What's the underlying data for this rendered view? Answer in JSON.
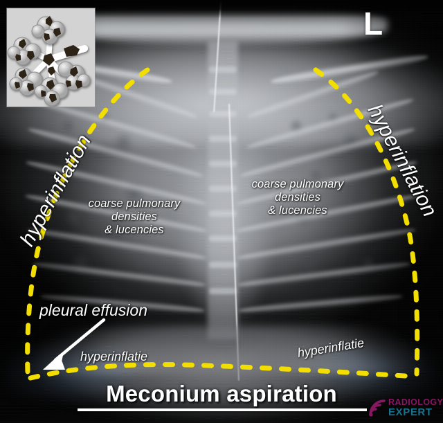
{
  "image": {
    "modality": "chest radiograph",
    "laterality_marker": "L",
    "title": "Meconium aspiration"
  },
  "inset": {
    "name": "alveoli-bronchiole-diagram",
    "description": "bronchiole and alveolar cluster with meconium plugging"
  },
  "annotations": {
    "hyperinflation_left": "hyperinflation",
    "hyperinflation_right": "hyperinflation",
    "coarse_left": [
      "coarse pulmonary",
      "densities",
      "& lucencies"
    ],
    "coarse_right": [
      "coarse pulmonary",
      "densities",
      "& lucencies"
    ],
    "pleural_effusion": "pleural effusion",
    "hyperinflatie_left": "hyperinflatie",
    "hyperinflatie_right": "hyperinflatie"
  },
  "watermark": {
    "line1": "RADIOLOGY",
    "line2": "EXPERT"
  },
  "colors": {
    "dashed_outline": "#F2DE00",
    "annotation_text": "#FFFFFF",
    "watermark_top": "#D8229B",
    "watermark_bottom": "#1FB6E8",
    "background": "#000000"
  }
}
